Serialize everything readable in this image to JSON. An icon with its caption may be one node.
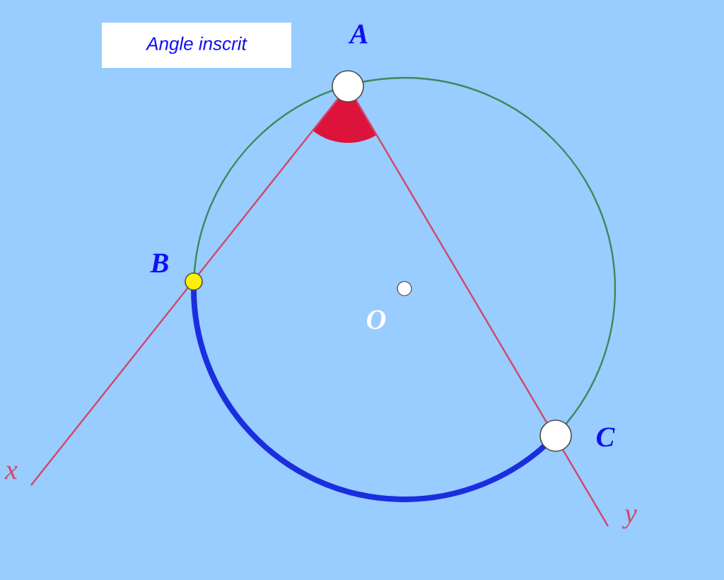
{
  "diagram": {
    "title": "Angle inscrit",
    "labels": [
      "A",
      "B",
      "O",
      "C",
      "x",
      "y"
    ]
  }
}
